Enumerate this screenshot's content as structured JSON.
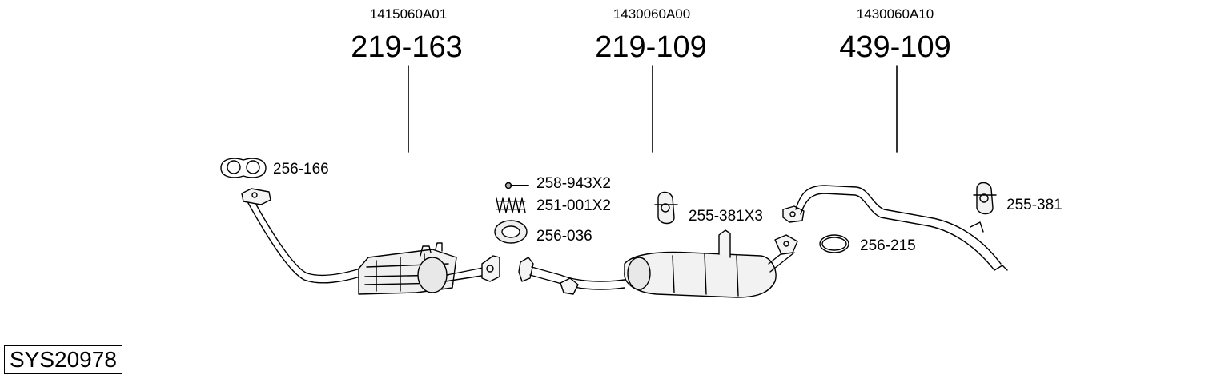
{
  "groups": [
    {
      "oem": "1415060A01",
      "part": "219-163"
    },
    {
      "oem": "1430060A00",
      "part": "219-109"
    },
    {
      "oem": "1430060A10",
      "part": "439-109"
    }
  ],
  "labels": {
    "gasket_front": "256-166",
    "bolt": "258-943X2",
    "spring": "251-001X2",
    "ring": "256-036",
    "hanger_mid": "255-381X3",
    "gasket_rear": "256-215",
    "hanger_rear": "255-381"
  },
  "system_id": "SYS20978"
}
